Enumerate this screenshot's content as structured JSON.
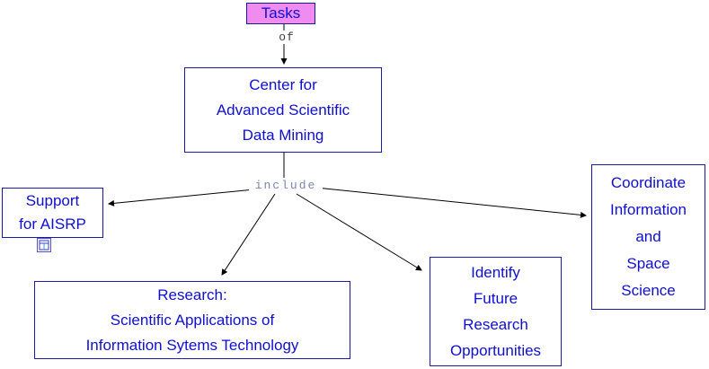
{
  "diagram_type": "concept-map",
  "nodes": {
    "tasks": {
      "label": "Tasks"
    },
    "center": {
      "lines": [
        "Center for",
        "Advanced Scientific",
        "Data Mining"
      ]
    },
    "support": {
      "lines": [
        "Support",
        "for AISRP"
      ]
    },
    "research": {
      "lines": [
        "Research:",
        "Scientific Applications of",
        "Information Sytems Technology"
      ]
    },
    "identify": {
      "lines": [
        "Identify",
        "Future",
        "Research",
        "Opportunities"
      ]
    },
    "coordinate": {
      "lines": [
        "Coordinate",
        "Information",
        "and",
        "Space",
        "Science"
      ]
    }
  },
  "linking_phrases": {
    "of": "of",
    "include": "include"
  },
  "icons": {
    "support_attachment": "resource-attachment-icon"
  },
  "colors": {
    "node_border": "#1a1aa6",
    "node_text": "#0f0fd0",
    "tasks_fill": "#f08cf0",
    "of_text": "#3d3d3d",
    "include_text": "#7a86b8",
    "edge": "#000000",
    "background": "#ffffff"
  }
}
